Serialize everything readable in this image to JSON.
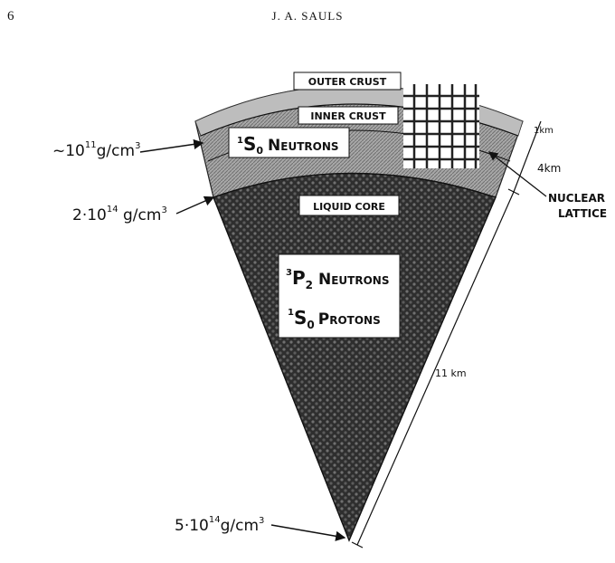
{
  "header": {
    "page_number": "6",
    "running_head": "J. A. SAULS"
  },
  "figure": {
    "layers": {
      "outer_crust": "OUTER CRUST",
      "inner_crust": "INNER CRUST",
      "liquid_core": "LIQUID CORE"
    },
    "crust_box": {
      "sup": "1",
      "sym": "S",
      "sub": "0",
      "cap": "N",
      "rest": "EUTRONS"
    },
    "core_box": {
      "line1": {
        "sup": "3",
        "sym": "P",
        "sub": "2",
        "cap": "N",
        "rest": "EUTRONS"
      },
      "line2": {
        "sup": "1",
        "sym": "S",
        "sub": "0",
        "cap": "P",
        "rest": "ROTONS"
      }
    },
    "densities": {
      "crust": {
        "prefix": "~10",
        "exp": "11",
        "unit": "g/cm",
        "unit_exp": "3"
      },
      "core_boundary": {
        "prefix": "2·10",
        "exp": "14",
        "unit": " g/cm",
        "unit_exp": "3"
      },
      "center": {
        "prefix": "5·10",
        "exp": "14",
        "unit": "g/cm",
        "unit_exp": "3"
      }
    },
    "distances": {
      "outer": "1km",
      "crust": "4km",
      "core": "11 km"
    },
    "nuclear_lattice": {
      "line1": "NUCLEAR",
      "line2": "LATTICE"
    }
  }
}
